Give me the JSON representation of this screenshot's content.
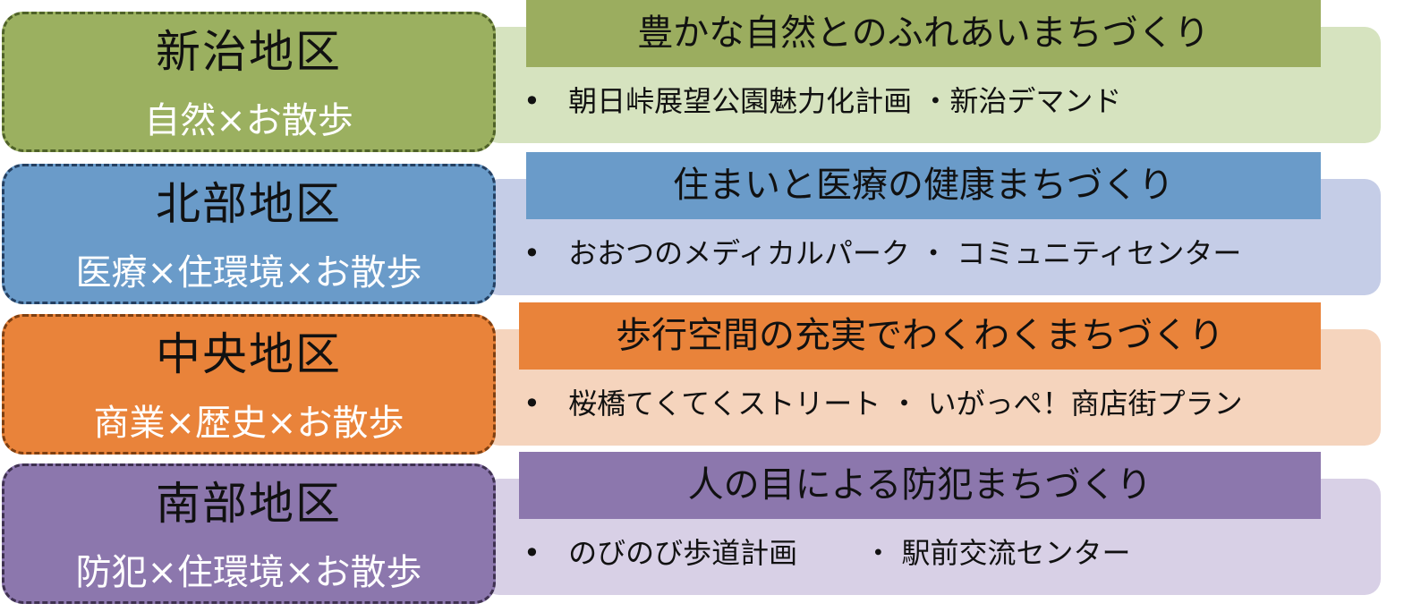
{
  "colors": {
    "niiji": {
      "box": "#9bb060",
      "border": "#4f6228",
      "title": "#9bad5f",
      "panel": "#d6e3bf"
    },
    "hokubu": {
      "box": "#6a9bc9",
      "border": "#244062",
      "title": "#6a9bc9",
      "panel": "#c5cde7"
    },
    "chuo": {
      "box": "#e9833a",
      "border": "#7f3f10",
      "title": "#e9833a",
      "panel": "#f5d4bd"
    },
    "nanbu": {
      "box": "#8c77ad",
      "border": "#3f3151",
      "title": "#8c77ad",
      "panel": "#d8d0e6"
    }
  },
  "districts": [
    {
      "name": "新治地区",
      "themes": "自然×お散歩",
      "title": "豊かな自然とのふれあいまちづくり",
      "bullet_mark": "•",
      "items": "朝日峠展望公園魅力化計画 ・新治デマンド"
    },
    {
      "name": "北部地区",
      "themes": "医療×住環境×お散歩",
      "title": "住まいと医療の健康まちづくり",
      "bullet_mark": "•",
      "items": "おおつのメディカルパーク ・ コミュニティセンター"
    },
    {
      "name": "中央地区",
      "themes": "商業×歴史×お散歩",
      "title": "歩行空間の充実でわくわくまちづくり",
      "bullet_mark": "•",
      "items": "桜橋てくてくストリート ・ いがっぺ！商店街プラン"
    },
    {
      "name": "南部地区",
      "themes": "防犯×住環境×お散歩",
      "title": "人の目による防犯まちづくり",
      "bullet_mark": "•",
      "items": "のびのび歩道計画　　 ・ 駅前交流センター"
    }
  ]
}
